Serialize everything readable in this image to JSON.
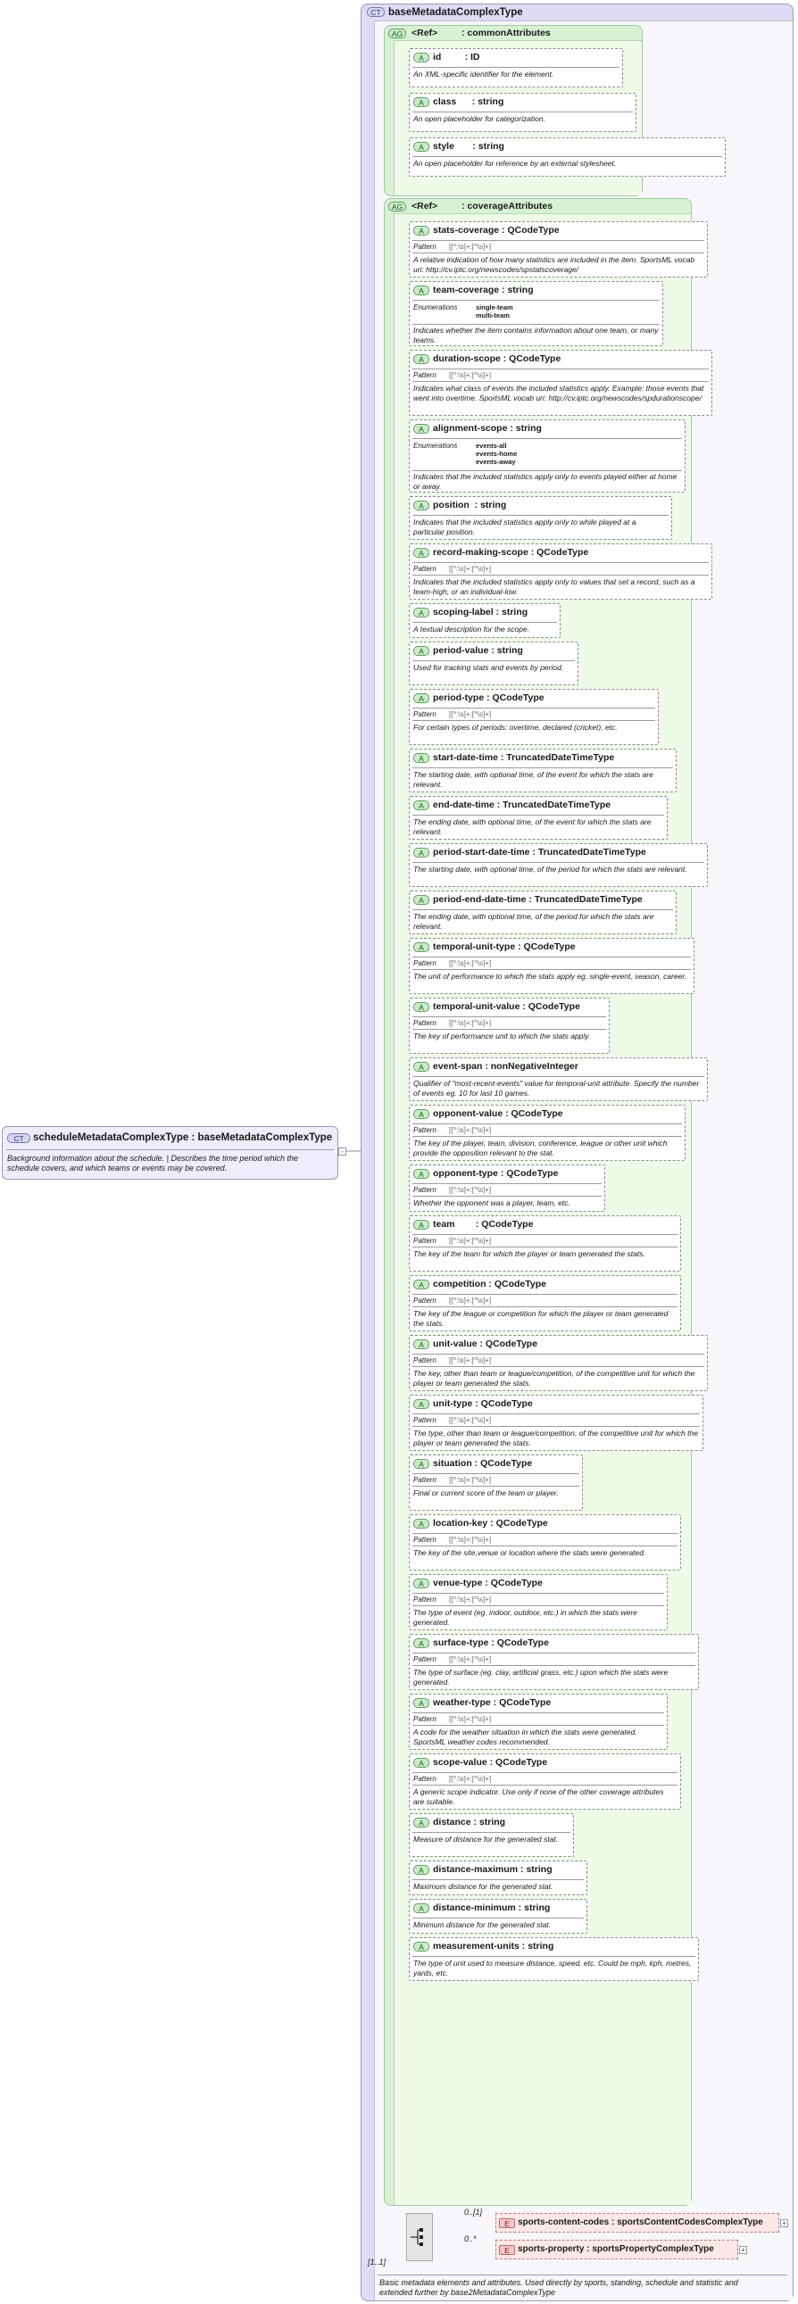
{
  "root": {
    "badge": "CT",
    "title": "scheduleMetadataComplexType : baseMetadataComplexType",
    "doc": "Background information about the schedule. | Describes the time period which the schedule covers, and which teams or events may be covered."
  },
  "base": {
    "badge": "CT",
    "title": "baseMetadataComplexType",
    "doc": "Basic metadata elements and attributes. Used directly by sports, standing, schedule and statistic and extended further by base2MetadataComplexType"
  },
  "pattern_label": "Pattern",
  "enum_label": "Enumerations",
  "pattern_value": "[[^:\\s]+:[^\\s]+]",
  "groups": [
    {
      "badge": "AG",
      "ref_label": "<Ref>",
      "title": ": commonAttributes",
      "attributes": [
        {
          "badge": "A",
          "name": "id         : ID",
          "doc": "An XML-specific identifier for the element."
        },
        {
          "badge": "A",
          "name": "class      : string",
          "doc": "An open placeholder for categorization."
        },
        {
          "badge": "A",
          "name": "style       : string",
          "doc": "An open placeholder for reference by an external stylesheet."
        }
      ]
    },
    {
      "badge": "AG",
      "ref_label": "<Ref>",
      "title": ": coverageAttributes",
      "attributes": [
        {
          "badge": "A",
          "name": "stats-coverage : QCodeType",
          "pattern": true,
          "doc": "A relative indication of how many statistics are included in the item. SportsML vocab uri: http://cv.iptc.org/newscodes/spstatscoverage/"
        },
        {
          "badge": "A",
          "name": "team-coverage : string",
          "enum": [
            "single-team",
            "multi-team"
          ],
          "doc": "Indicates whether the item contains information about one team, or many teams."
        },
        {
          "badge": "A",
          "name": "duration-scope : QCodeType",
          "pattern": true,
          "doc": "Indicates what class of events the included statistics apply. Example: those events that went into overtime. SportsML vocab uri: http://cv.iptc.org/newscodes/spdurationscope/"
        },
        {
          "badge": "A",
          "name": "alignment-scope : string",
          "enum": [
            "events-all",
            "events-home",
            "events-away"
          ],
          "doc": "Indicates that the included statistics apply only to events played either at home or away."
        },
        {
          "badge": "A",
          "name": "position  : string",
          "doc": "Indicates that the included statistics apply only to while played at a particular position."
        },
        {
          "badge": "A",
          "name": "record-making-scope : QCodeType",
          "pattern": true,
          "doc": "Indicates that the included statistics apply only to values that set a record, such as a team-high, or an individual-low."
        },
        {
          "badge": "A",
          "name": "scoping-label : string",
          "doc": "A textual description for the scope."
        },
        {
          "badge": "A",
          "name": "period-value : string",
          "doc": "Used for tracking stats and events by period."
        },
        {
          "badge": "A",
          "name": "period-type : QCodeType",
          "pattern": true,
          "doc": "For certain types of periods: overtime, declared (cricket), etc."
        },
        {
          "badge": "A",
          "name": "start-date-time : TruncatedDateTimeType",
          "doc": "The starting date, with optional time, of the event for which the stats are relevant."
        },
        {
          "badge": "A",
          "name": "end-date-time : TruncatedDateTimeType",
          "doc": "The ending date, with optional time, of the event for which the stats are relevant."
        },
        {
          "badge": "A",
          "name": "period-start-date-time : TruncatedDateTimeType",
          "doc": "The starting date, with optional time, of the period for which the stats are relevant."
        },
        {
          "badge": "A",
          "name": "period-end-date-time : TruncatedDateTimeType",
          "doc": "The ending date, with optional time, of the period for which the stats are relevant."
        },
        {
          "badge": "A",
          "name": "temporal-unit-type : QCodeType",
          "pattern": true,
          "doc": "The unit of performance to which the stats apply eg. single-event, season, career."
        },
        {
          "badge": "A",
          "name": "temporal-unit-value : QCodeType",
          "pattern": true,
          "doc": "The key of performance unit to which the stats apply."
        },
        {
          "badge": "A",
          "name": "event-span : nonNegativeInteger",
          "doc": "Qualifier of \"most-recent-events\" value for temporal-unit attribute. Specify the number of events eg. 10 for last 10 games."
        },
        {
          "badge": "A",
          "name": "opponent-value : QCodeType",
          "pattern": true,
          "doc": "The key of the player, team, division, conference, league or other unit which provide the opposition relevant to the stat."
        },
        {
          "badge": "A",
          "name": "opponent-type : QCodeType",
          "pattern": true,
          "doc": "Whether the opponent was a player, team, etc."
        },
        {
          "badge": "A",
          "name": "team        : QCodeType",
          "pattern": true,
          "doc": "The key of the team for which the player or team generated the stats."
        },
        {
          "badge": "A",
          "name": "competition : QCodeType",
          "pattern": true,
          "doc": "The key of the league or competition for which the player or team generated the stats."
        },
        {
          "badge": "A",
          "name": "unit-value : QCodeType",
          "pattern": true,
          "doc": "The key, other than team or league/competition, of the competitive unit for which the player or team generated the stats."
        },
        {
          "badge": "A",
          "name": "unit-type : QCodeType",
          "pattern": true,
          "doc": "The type, other than team or league/competition, of the competitive unit for which the player or team generated the stats."
        },
        {
          "badge": "A",
          "name": "situation : QCodeType",
          "pattern": true,
          "doc": "Final or current score of the team or player."
        },
        {
          "badge": "A",
          "name": "location-key : QCodeType",
          "pattern": true,
          "doc": "The key of the site,venue or location where the stats were generated."
        },
        {
          "badge": "A",
          "name": "venue-type : QCodeType",
          "pattern": true,
          "doc": "The type of event (eg. indoor, outdoor, etc.) in which the stats were generated."
        },
        {
          "badge": "A",
          "name": "surface-type : QCodeType",
          "pattern": true,
          "doc": "The type of surface (eg. clay, artificial grass, etc.) upon which the stats were generated."
        },
        {
          "badge": "A",
          "name": "weather-type : QCodeType",
          "pattern": true,
          "doc": "A code for the weather situation in which the stats were generated. SportsML weather codes recommended."
        },
        {
          "badge": "A",
          "name": "scope-value : QCodeType",
          "pattern": true,
          "doc": "A generic scope indicator. Use only if none of the other coverage attributes are suitable."
        },
        {
          "badge": "A",
          "name": "distance : string",
          "doc": "Measure of distance for the generated stat."
        },
        {
          "badge": "A",
          "name": "distance-maximum : string",
          "doc": "Maximum distance for the generated stat."
        },
        {
          "badge": "A",
          "name": "distance-minimum : string",
          "doc": "Minimum distance for the generated stat."
        },
        {
          "badge": "A",
          "name": "measurement-units : string",
          "doc": "The type of unit used to measure distance, speed, etc. Could be mph, kph, metres, yards, etc."
        }
      ]
    }
  ],
  "sequence": {
    "occurrence": "[1..1]",
    "elements": [
      {
        "badge": "E",
        "occurrence": "0..[1]",
        "name": "sports-content-codes : sportsContentCodesComplexType",
        "expand": "+"
      },
      {
        "badge": "E",
        "occurrence": "0..*",
        "name": "sports-property : sportsPropertyComplexType",
        "expand": "+"
      }
    ]
  }
}
